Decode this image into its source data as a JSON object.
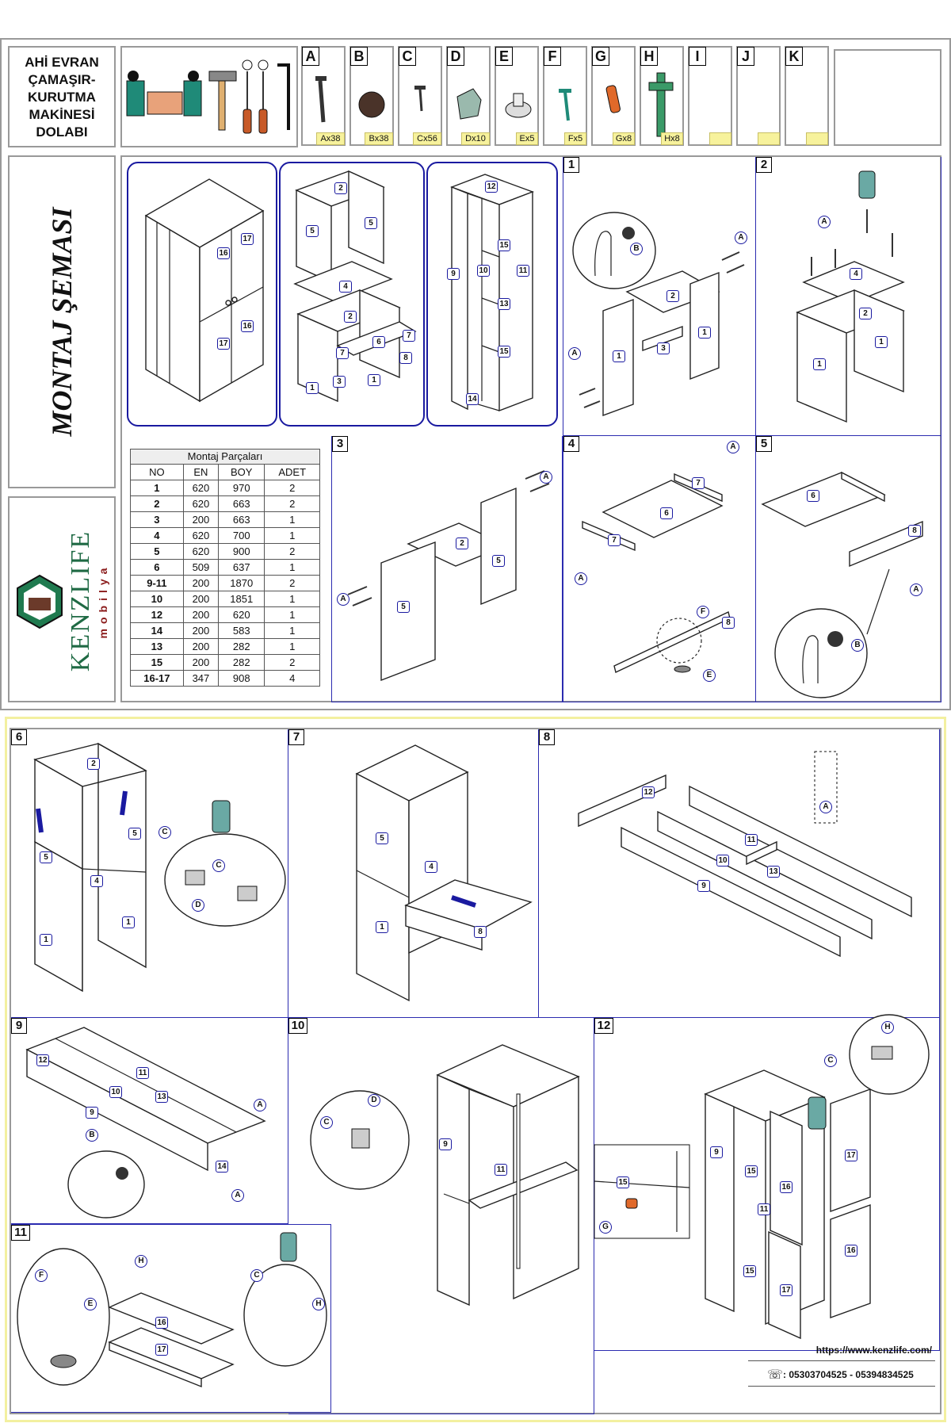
{
  "product": {
    "title_lines": [
      "AHİ EVRAN",
      "ÇAMAŞIR-",
      "KURUTMA",
      "MAKİNESİ",
      "DOLABI"
    ]
  },
  "hardware": [
    {
      "letter": "A",
      "qty": "Ax38",
      "icon": "long-screw-icon"
    },
    {
      "letter": "B",
      "qty": "Bx38",
      "icon": "cover-cap-icon"
    },
    {
      "letter": "C",
      "qty": "Cx56",
      "icon": "short-screw-icon"
    },
    {
      "letter": "D",
      "qty": "Dx10",
      "icon": "corner-bracket-icon"
    },
    {
      "letter": "E",
      "qty": "Ex5",
      "icon": "adjustable-foot-icon"
    },
    {
      "letter": "F",
      "qty": "Fx5",
      "icon": "foot-screw-icon"
    },
    {
      "letter": "G",
      "qty": "Gx8",
      "icon": "wooden-dowel-icon"
    },
    {
      "letter": "H",
      "qty": "Hx8",
      "icon": "hinge-icon"
    },
    {
      "letter": "I",
      "qty": "",
      "icon": ""
    },
    {
      "letter": "J",
      "qty": "",
      "icon": ""
    },
    {
      "letter": "K",
      "qty": "",
      "icon": ""
    }
  ],
  "side_title": "MONTAJ ŞEMASI",
  "brand": {
    "name": "KENZLIFE",
    "sub": "mobilya"
  },
  "parts_table": {
    "caption": "Montaj Parçaları",
    "headers": [
      "NO",
      "EN",
      "BOY",
      "ADET"
    ],
    "rows": [
      [
        "1",
        "620",
        "970",
        "2"
      ],
      [
        "2",
        "620",
        "663",
        "2"
      ],
      [
        "3",
        "200",
        "663",
        "1"
      ],
      [
        "4",
        "620",
        "700",
        "1"
      ],
      [
        "5",
        "620",
        "900",
        "2"
      ],
      [
        "6",
        "509",
        "637",
        "1"
      ],
      [
        "9-11",
        "200",
        "1870",
        "2"
      ],
      [
        "10",
        "200",
        "1851",
        "1"
      ],
      [
        "12",
        "200",
        "620",
        "1"
      ],
      [
        "14",
        "200",
        "583",
        "1"
      ],
      [
        "13",
        "200",
        "282",
        "1"
      ],
      [
        "15",
        "200",
        "282",
        "2"
      ],
      [
        "16-17",
        "347",
        "908",
        "4"
      ]
    ]
  },
  "steps": [
    "1",
    "2",
    "3",
    "4",
    "5",
    "6",
    "7",
    "8",
    "9",
    "10",
    "11",
    "12"
  ],
  "contact": {
    "url": "https://www.kenzlife.com/",
    "phones": ": 05303704525 - 05394834525"
  }
}
